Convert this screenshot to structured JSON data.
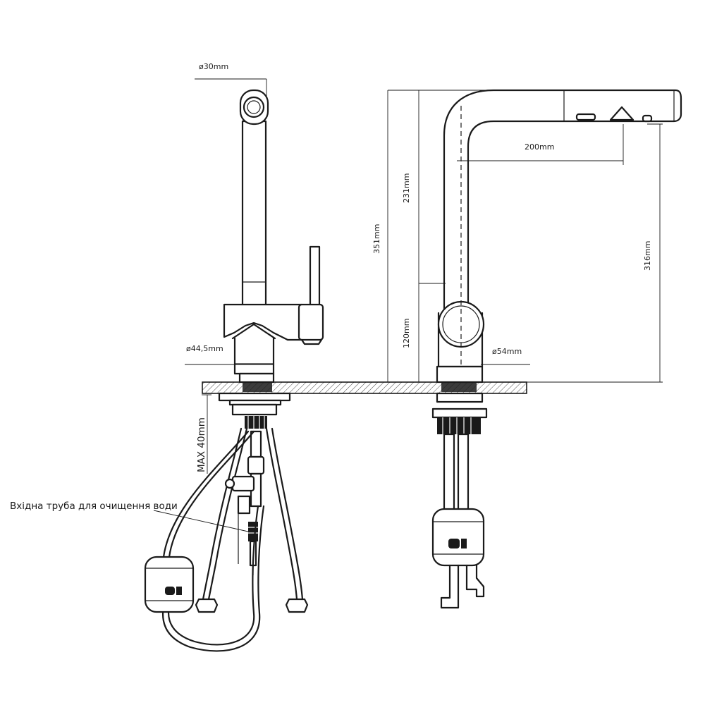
{
  "dimensions": {
    "spout_diameter": "ø30mm",
    "base_diameter_left": "ø44,5mm",
    "base_diameter_right": "ø54mm",
    "reach": "200mm",
    "total_height": "351mm",
    "spout_height": "231mm",
    "body_height": "120mm",
    "outlet_height": "316mm",
    "max_thickness": "MAX  40mm"
  },
  "annotations": {
    "inlet_pipe": "Вхідна труба для очищення води"
  }
}
